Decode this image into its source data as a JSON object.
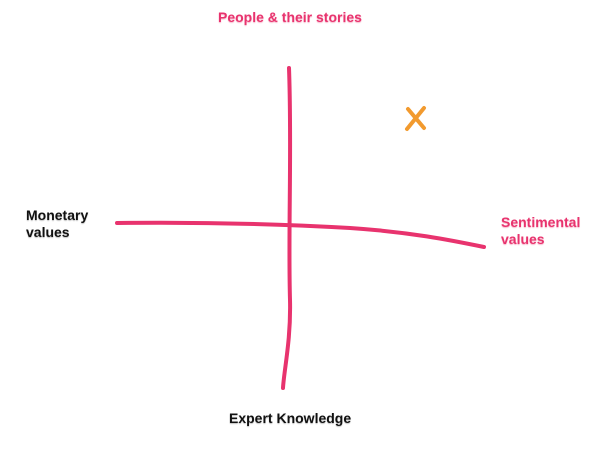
{
  "title_top": "People & their stories",
  "label_bottom": "Expert Knowledge",
  "label_left": [
    "Monetary",
    "values"
  ],
  "label_right": [
    "Sentimental",
    "values"
  ],
  "marker": {
    "icon": "x-mark-icon",
    "color": "#f29a2e"
  },
  "colors": {
    "axis": "#e8336e",
    "accent_text": "#e8336e",
    "dark_text": "#111111"
  }
}
